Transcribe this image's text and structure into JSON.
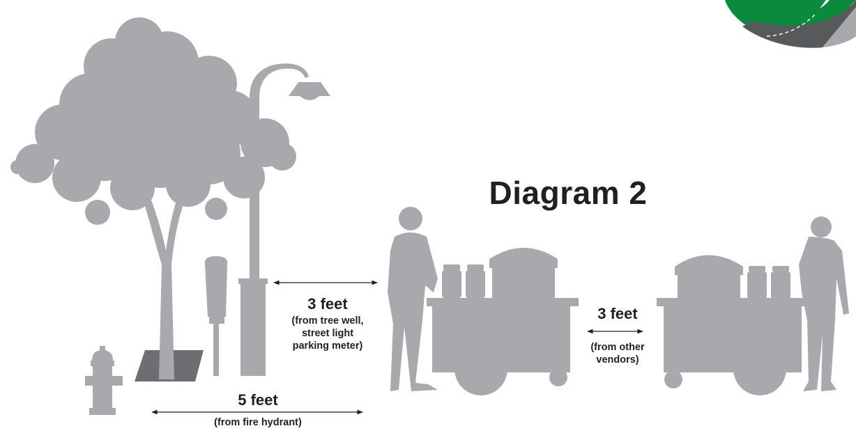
{
  "title": "Diagram 2",
  "clearances": {
    "tree_light": {
      "distance": "3 feet",
      "note_lines": [
        "(from tree well,",
        "street light",
        "parking meter)"
      ]
    },
    "hydrant": {
      "distance": "5 feet",
      "note": "(from fire hydrant)"
    },
    "vendors": {
      "distance": "3 feet",
      "note_lines": [
        "(from other",
        "vendors)"
      ]
    }
  },
  "colors": {
    "silhouette": "#a7a9ac",
    "tree_well": "#6d6e71",
    "text": "#231f20",
    "logo_green": "#0a8a3c",
    "logo_road": "#58595b",
    "logo_road_light": "#a7a9ac"
  },
  "icons": [
    "tree",
    "street-light",
    "parking-meter",
    "fire-hydrant",
    "vendor-person",
    "food-cart",
    "road-logo"
  ]
}
